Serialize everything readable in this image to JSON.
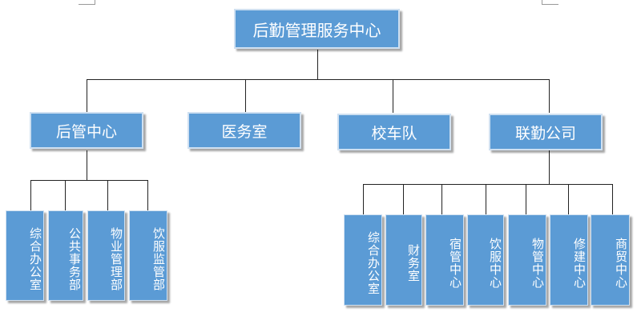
{
  "org": {
    "root": "后勤管理服务中心",
    "departments": [
      "后管中心",
      "医务室",
      "校车队",
      "联勤公司"
    ],
    "houguan_units": [
      "综合办公室",
      "公共事务部",
      "物业管理部",
      "饮服监管部"
    ],
    "lianqin_units": [
      "综合办公室",
      "财务室",
      "宿管中心",
      "饮服中心",
      "物管中心",
      "修建中心",
      "商贸中心"
    ]
  },
  "colors": {
    "box_fill": "#5b9bd5",
    "box_text": "#ffffff",
    "connector": "#222222"
  }
}
